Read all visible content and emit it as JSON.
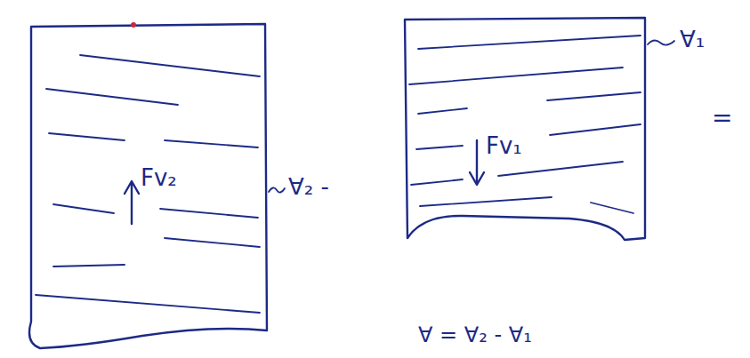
{
  "diagram": {
    "labels": [
      "Fv₂",
      "∀₂ -",
      "Fv₁",
      "∀₁",
      "=",
      "∀ = ∀₂ - ∀₁"
    ]
  }
}
